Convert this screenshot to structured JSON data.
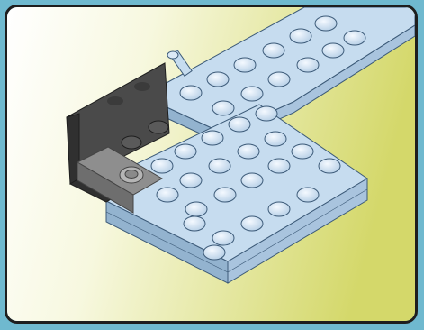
{
  "scene": {
    "colors": {
      "outer_frame": "#6fb9cf",
      "panel_border": "#1e1e1e",
      "gradient_left": "#ffffff",
      "gradient_right": "#d4d86a",
      "plate_light_blue": "#c6dcef",
      "plate_blue_side": "#93b3cf",
      "plate_outline": "#3c5a78",
      "bracket_dark_gray": "#4a4a4a",
      "plate_light_gray": "#8e8e8e"
    },
    "illustration": "lego-build-step",
    "parts": [
      {
        "name": "light-blue-plate-large"
      },
      {
        "name": "light-blue-plate-upper"
      },
      {
        "name": "dark-gray-bracket"
      },
      {
        "name": "light-gray-plate-1x2"
      },
      {
        "name": "gray-round-plate"
      },
      {
        "name": "light-blue-bar-connector"
      }
    ]
  }
}
